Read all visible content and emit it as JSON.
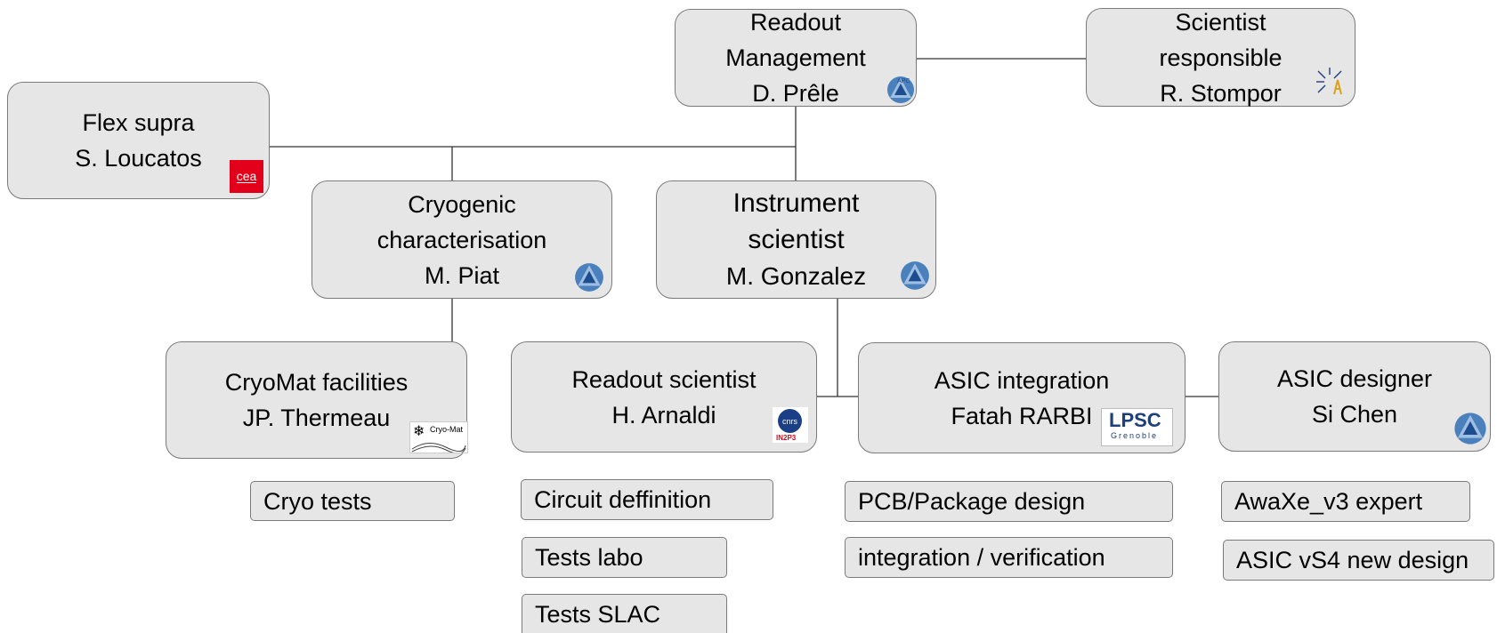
{
  "boxes": {
    "readout_management": [
      "Readout",
      "Management",
      "D. Prêle"
    ],
    "scientist_responsible": [
      "Scientist",
      "responsible",
      "R. Stompor"
    ],
    "flex_supra": [
      "Flex supra",
      "S. Loucatos"
    ],
    "cryogenic": [
      "Cryogenic",
      "characterisation",
      "M. Piat"
    ],
    "instrument": [
      "Instrument",
      "scientist",
      "M. Gonzalez"
    ],
    "cryomat": [
      "CryoMat facilities",
      "JP. Thermeau"
    ],
    "readout_scientist": [
      "Readout scientist",
      "H. Arnaldi"
    ],
    "asic_integration": [
      "ASIC integration",
      "Fatah RARBI"
    ],
    "asic_designer": [
      "ASIC designer",
      "Si Chen"
    ]
  },
  "tasks": {
    "cryo_tests": "Cryo tests",
    "circuit_deffinition": "Circuit deffinition",
    "tests_labo": "Tests labo",
    "tests_slac": "Tests SLAC",
    "pcb_package": "PCB/Package design",
    "integration_verification": "integration / verification",
    "awaxe_expert": "AwaXe_v3 expert",
    "asic_vs4": "ASIC vS4 new design"
  },
  "logos": {
    "cea": "cea",
    "cryomat": "Cryo-Mat",
    "cnrs": "cnrs",
    "in2p3": "IN2P3",
    "lpsc": "LPSC",
    "grenoble": "Grenoble",
    "apc": "APC"
  },
  "colors": {
    "box_fill": "#e6e6e6",
    "box_border": "#7a7a7a",
    "line": "#333333",
    "cea_red": "#e2001a",
    "apc_blue": "#2e6db4"
  }
}
